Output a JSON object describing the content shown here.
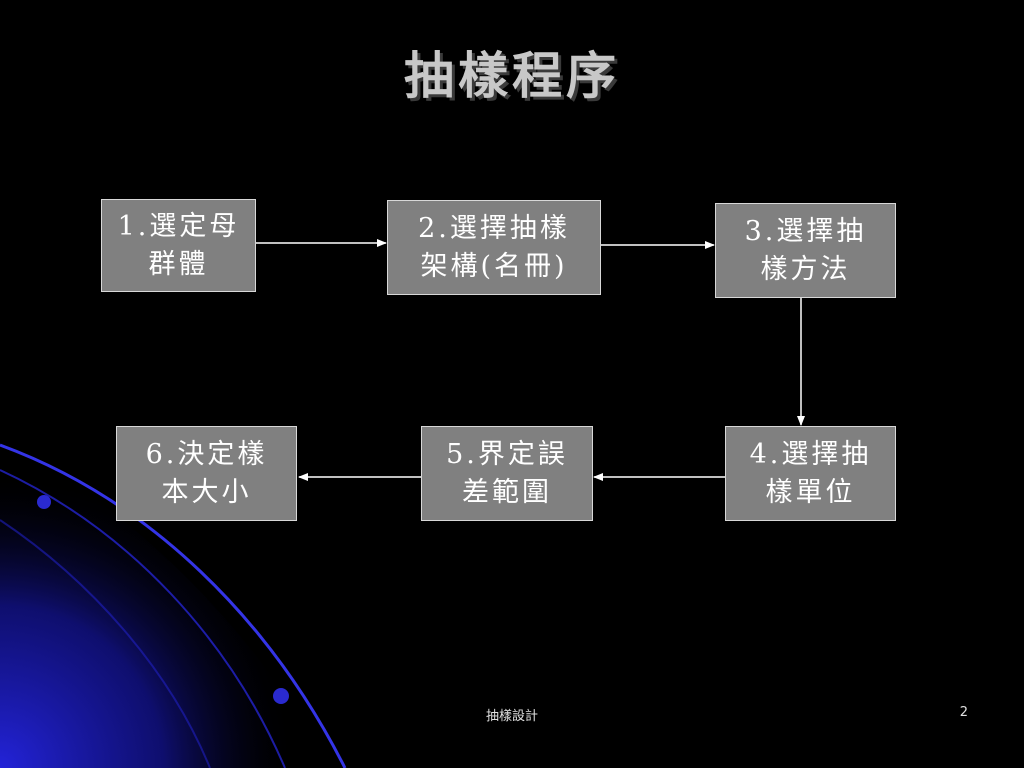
{
  "slide": {
    "title": "抽樣程序",
    "footer_text": "抽樣設計",
    "page_number": "2"
  },
  "steps": [
    {
      "line1": "1.選定母",
      "line2": "群體"
    },
    {
      "line1": "2.選擇抽樣",
      "line2": "架構(名冊)"
    },
    {
      "line1": "3.選擇抽",
      "line2": "樣方法"
    },
    {
      "line1": "4.選擇抽",
      "line2": "樣單位"
    },
    {
      "line1": "5.界定誤",
      "line2": "差範圍"
    },
    {
      "line1": "6.決定樣",
      "line2": "本大小"
    }
  ],
  "colors": {
    "background": "#000000",
    "box_fill": "#808080",
    "box_border": "#d8d8d8",
    "arrow": "#ffffff",
    "decor": "#1a1acc"
  }
}
